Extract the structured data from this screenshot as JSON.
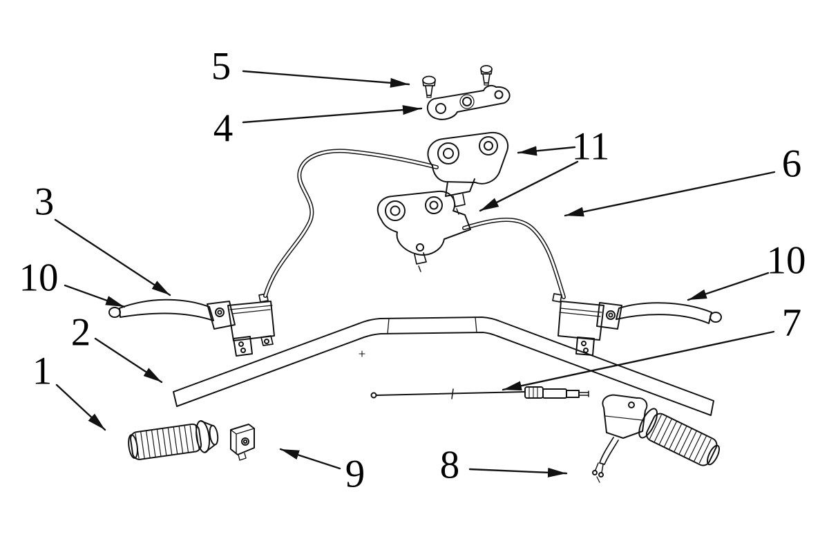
{
  "diagram": {
    "kind": "exploded-parts-diagram",
    "subject": "handlebar-assembly",
    "background_color": "#ffffff",
    "line_color": "#111111",
    "callouts": {
      "c1": {
        "text": "1",
        "part": "left-handlebar-grip"
      },
      "c2": {
        "text": "2",
        "part": "handlebar"
      },
      "c3": {
        "text": "3",
        "part": "left-brake-master-cylinder-assembly"
      },
      "c4": {
        "text": "4",
        "part": "mounting-bracket"
      },
      "c5": {
        "text": "5",
        "part": "bracket-screws"
      },
      "c6": {
        "text": "6",
        "part": "right-brake-hose"
      },
      "c7": {
        "text": "7",
        "part": "throttle-cable"
      },
      "c8": {
        "text": "8",
        "part": "throttle-twist-assembly"
      },
      "c9": {
        "text": "9",
        "part": "switch-housing"
      },
      "c10_left": {
        "text": "10",
        "part": "left-brake-lever"
      },
      "c10_right": {
        "text": "10",
        "part": "right-brake-lever"
      },
      "c11": {
        "text": "11",
        "part": "brake-caliper-assemblies"
      }
    }
  }
}
